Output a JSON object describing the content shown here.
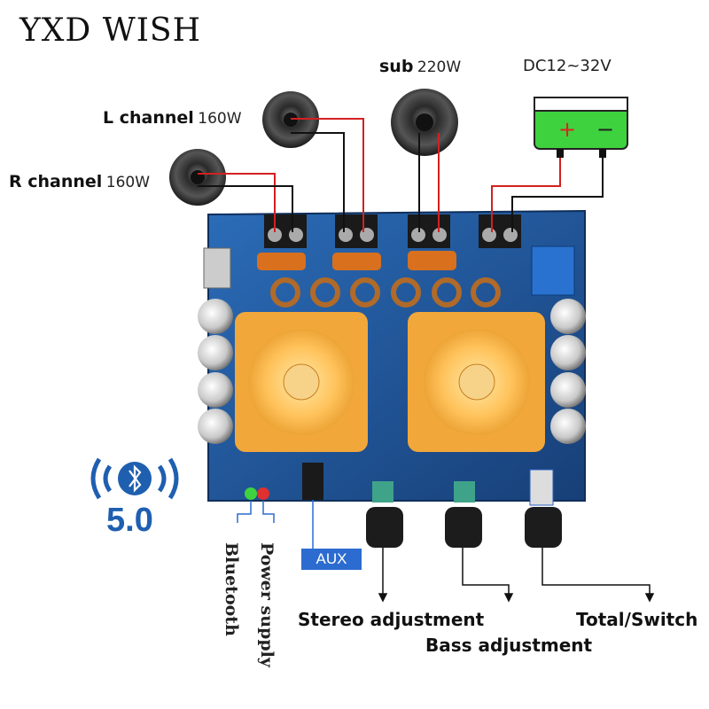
{
  "brand": "YXD WISH",
  "speakers": {
    "left": {
      "name": "L channel",
      "power": "160W"
    },
    "right": {
      "name": "R channel",
      "power": "160W"
    },
    "sub": {
      "name": "sub",
      "power": "220W"
    }
  },
  "power_input": {
    "voltage": "DC12~32V",
    "plus": "+",
    "minus": "−"
  },
  "bluetooth": {
    "version": "5.0",
    "led_label": "Bluetooth",
    "icon": "bluetooth-icon"
  },
  "power_led_label": "Power supply",
  "aux_label": "AUX",
  "knobs": {
    "stereo": "Stereo adjustment",
    "bass": "Bass adjustment",
    "total": "Total/Switch"
  },
  "colors": {
    "wire_red": "#d42020",
    "wire_black": "#111111",
    "board_blue": "#1e4f8f",
    "heatsink_orange": "#f2a73a",
    "battery_green": "#3ed23e",
    "bt_blue": "#1f5fb0"
  }
}
